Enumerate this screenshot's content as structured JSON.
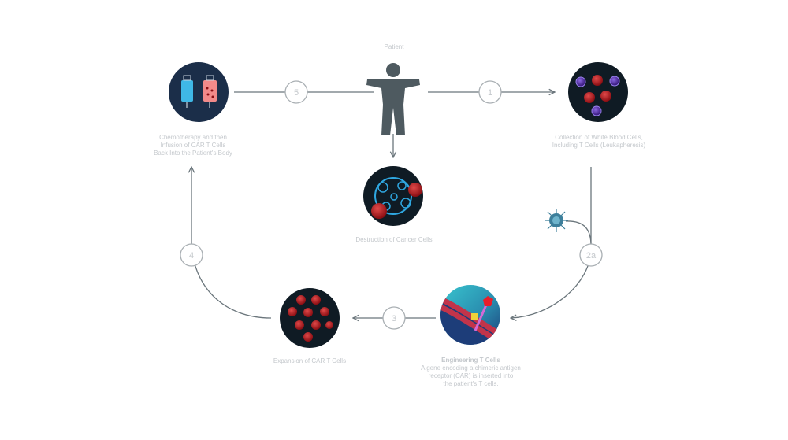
{
  "patient": {
    "label": "Patient"
  },
  "nodes": [
    {
      "id": "collection",
      "lines": [
        "Collection of White Blood Cells,",
        "Including T Cells (Leukapheresis)"
      ],
      "bold_first": false
    },
    {
      "id": "engineering",
      "lines": [
        "Engineering T Cells",
        "A gene encoding a chimeric antigen",
        "receptor (CAR) is inserted into",
        "the patient's T cells."
      ],
      "bold_first": true
    },
    {
      "id": "expansion",
      "lines": [
        "Expansion of CAR T Cells"
      ],
      "bold_first": false
    },
    {
      "id": "infusion",
      "lines": [
        "Chemotherapy and then",
        "Infusion of CAR T Cells",
        "Back Into the Patient's Body"
      ],
      "bold_first": false
    },
    {
      "id": "destruction",
      "lines": [
        "Destruction of Cancer Cells"
      ],
      "bold_first": false
    }
  ],
  "steps": [
    "1",
    "2a",
    "3",
    "4",
    "5"
  ],
  "colors": {
    "line": "#6b767c",
    "step_circle": "#a9afb3",
    "patient": "#4e5a60",
    "node_bg": "#0f1b24",
    "infusion_bg": "#1b2e49",
    "red_cell": "#b5121b",
    "purple_cell": "#5a2aa8",
    "virus": "#3d7f9b"
  }
}
